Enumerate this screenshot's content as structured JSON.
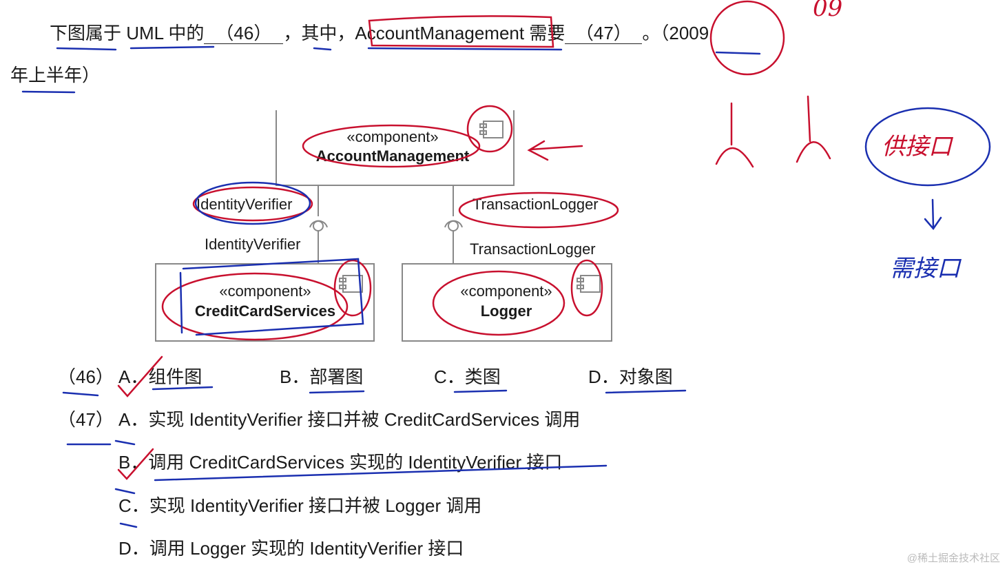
{
  "question": {
    "part1": "下图属于 UML 中的",
    "blank46": "（46）",
    "part2": "，其中，",
    "subject": "AccountManagement",
    "part3": " 需要",
    "blank47": "（47）",
    "part4": "。（",
    "year": "2009",
    "line2": "年上半年）"
  },
  "diagram": {
    "stereotype": "«component»",
    "components": [
      "AccountManagement",
      "CreditCardServices",
      "Logger"
    ],
    "interfaces": {
      "required_left": "IdentityVerifier",
      "provided_left": "IdentityVerifier",
      "required_right": "TransactionLogger",
      "provided_right": "TransactionLogger"
    }
  },
  "q46": {
    "number": "（46）",
    "options": [
      {
        "key": "A．",
        "text": "组件图"
      },
      {
        "key": "B．",
        "text": "部署图"
      },
      {
        "key": "C．",
        "text": "类图"
      },
      {
        "key": "D．",
        "text": "对象图"
      }
    ]
  },
  "q47": {
    "number": "（47）",
    "options": [
      {
        "key": "A．",
        "text": "实现 IdentityVerifier 接口并被 CreditCardServices 调用"
      },
      {
        "key": "B．",
        "text": "调用 CreditCardServices 实现的 IdentityVerifier 接口"
      },
      {
        "key": "C．",
        "text": "实现 IdentityVerifier 接口并被 Logger 调用"
      },
      {
        "key": "D．",
        "text": "调用 Logger 实现的 IdentityVerifier 接口"
      }
    ]
  },
  "handwriting": {
    "provided": "供接口",
    "required": "需接口",
    "top_right": "09"
  },
  "watermark": "@稀土掘金技术社区",
  "colors": {
    "red_ink": "#c8102e",
    "blue_ink": "#1a2fb0"
  }
}
